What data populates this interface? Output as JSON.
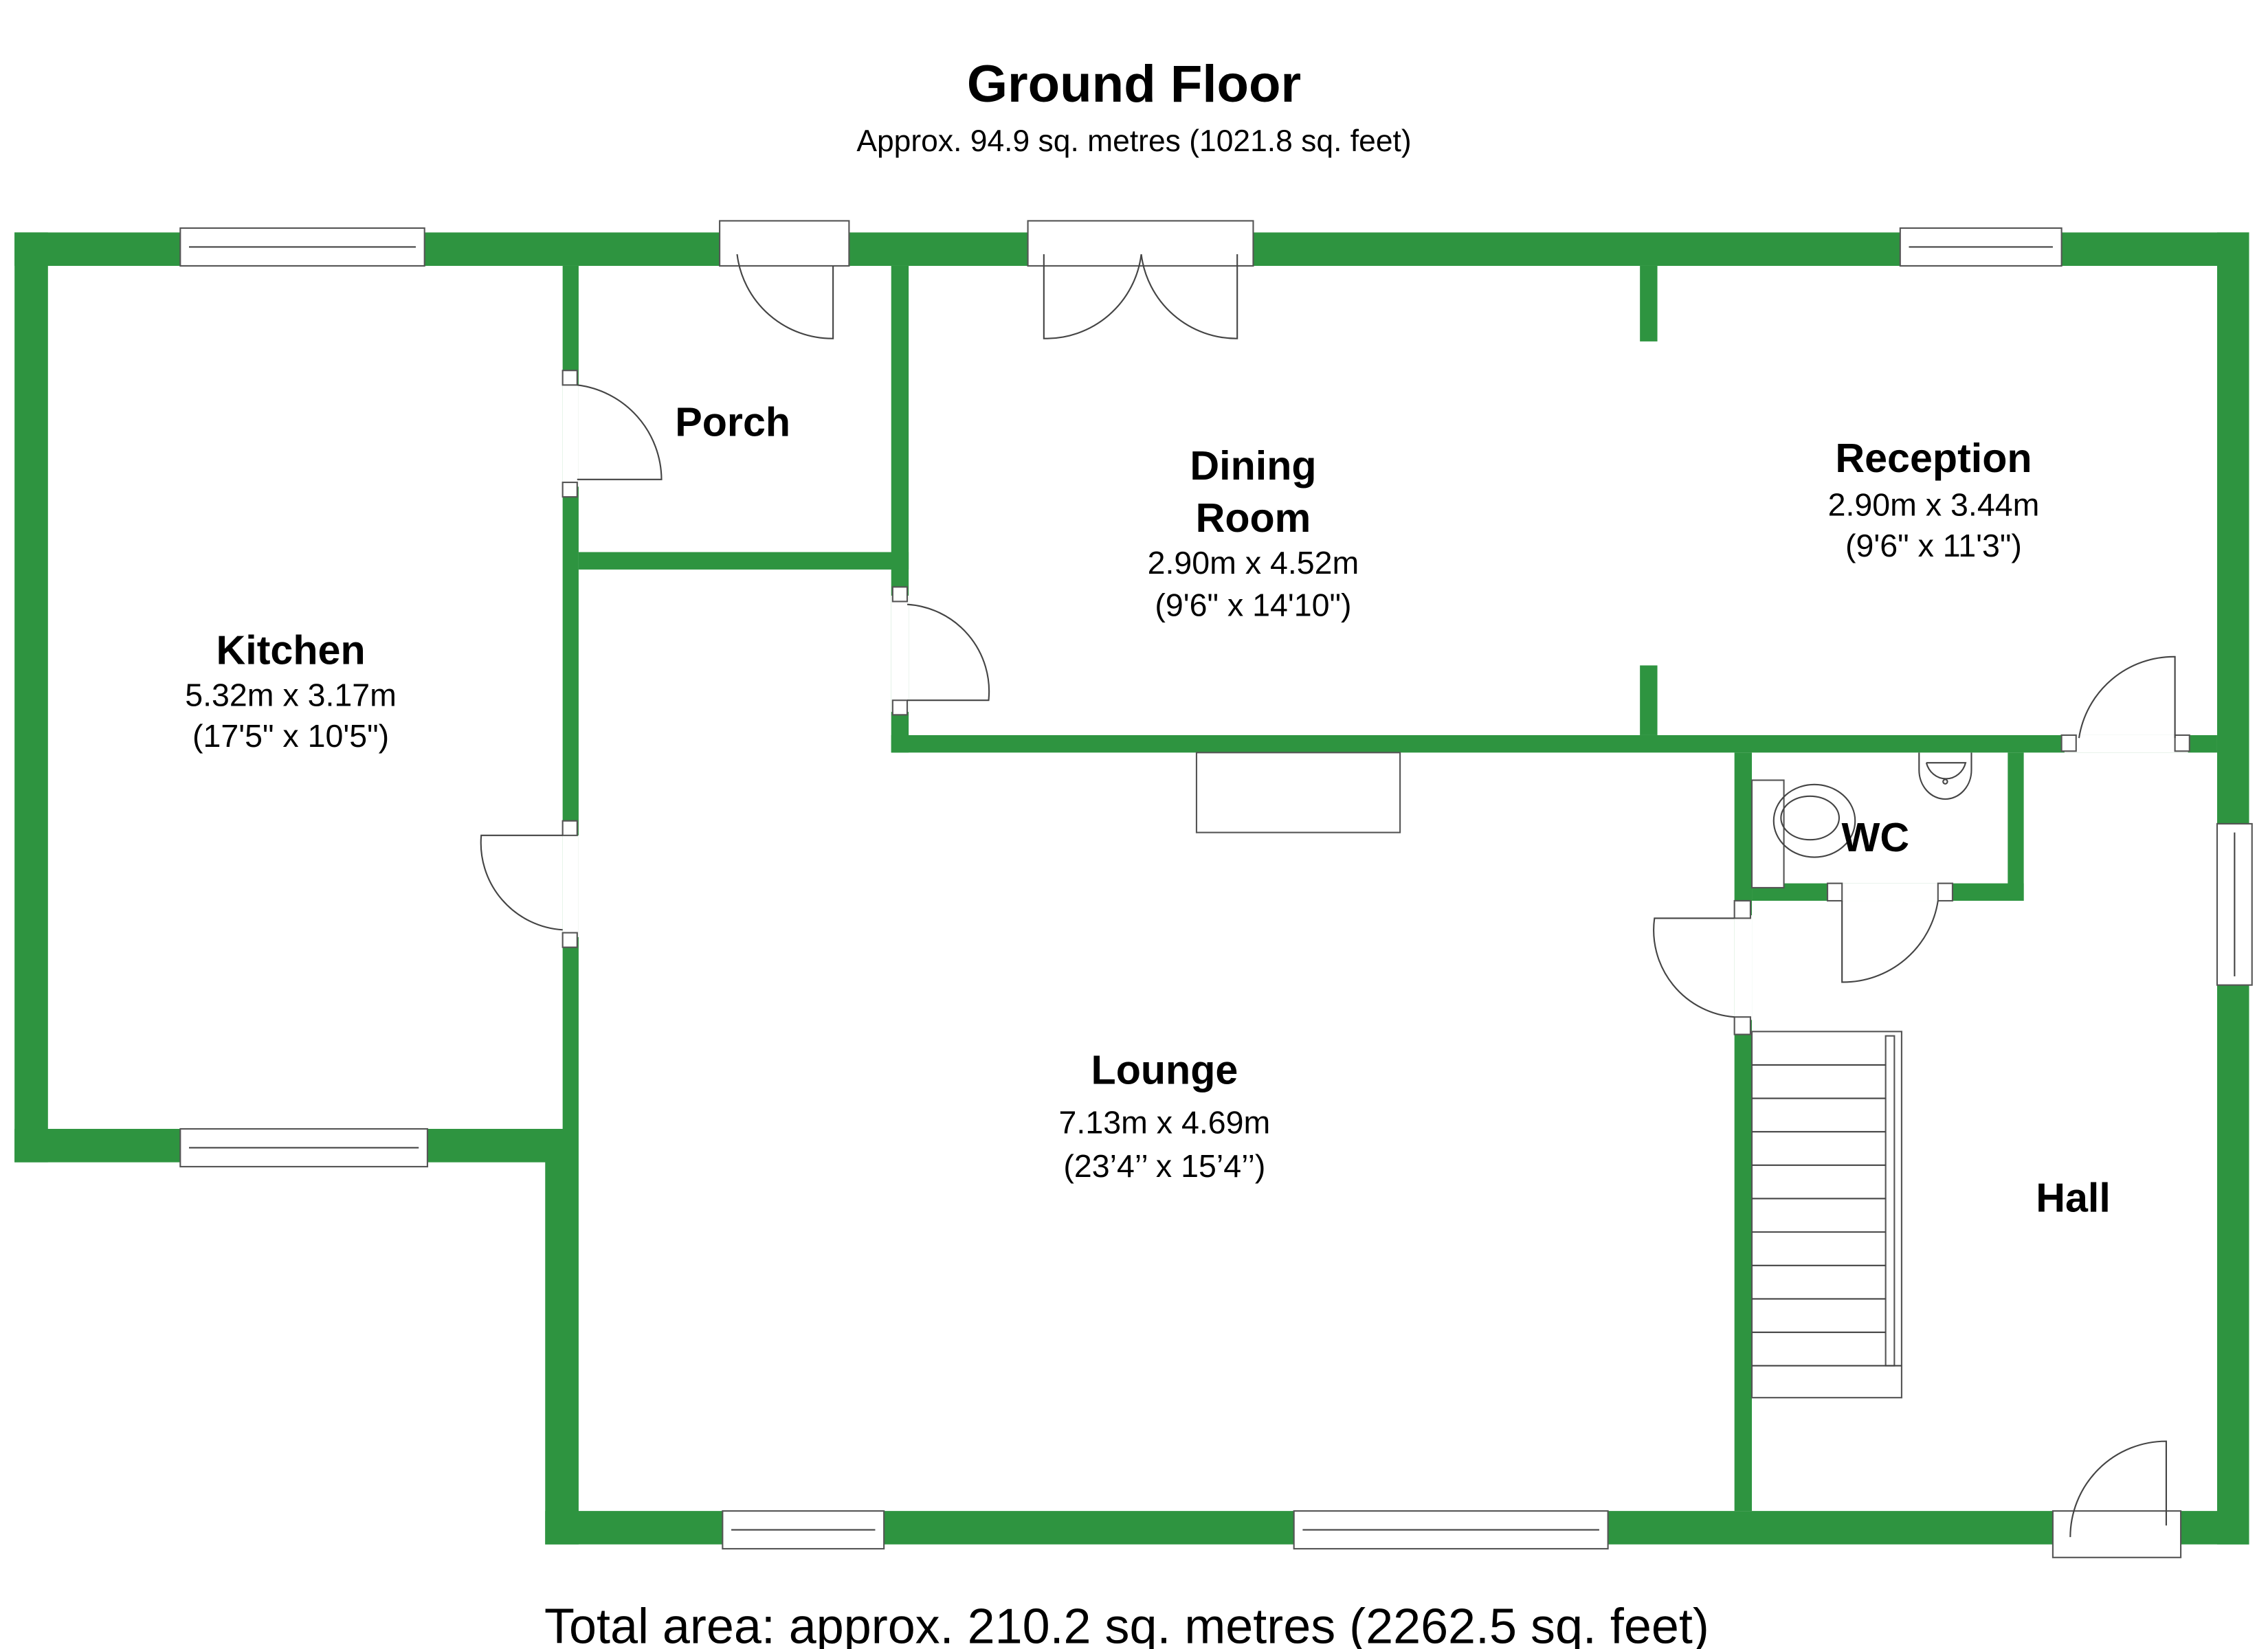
{
  "header": {
    "title": "Ground Floor",
    "subtitle": "Approx. 94.9 sq. metres (1021.8 sq. feet)"
  },
  "rooms": {
    "kitchen": {
      "name": "Kitchen",
      "metric": "5.32m x 3.17m",
      "imperial": "(17'5\" x 10'5\")"
    },
    "porch": {
      "name": "Porch"
    },
    "dining": {
      "name_line1": "Dining",
      "name_line2": "Room",
      "metric": "2.90m x 4.52m",
      "imperial": "(9'6\" x 14'10\")"
    },
    "reception": {
      "name": "Reception",
      "metric": "2.90m x 3.44m",
      "imperial": "(9'6\" x 11'3\")"
    },
    "wc": {
      "name": "WC"
    },
    "lounge": {
      "name": "Lounge",
      "metric": "7.13m x 4.69m",
      "imperial": "(23’4’’ x 15’4’’)"
    },
    "hall": {
      "name": "Hall"
    }
  },
  "footer": {
    "total": "Total area: approx. 210.2 sq. metres (2262.5 sq. feet)"
  },
  "colors": {
    "wall": "#2e9440"
  }
}
